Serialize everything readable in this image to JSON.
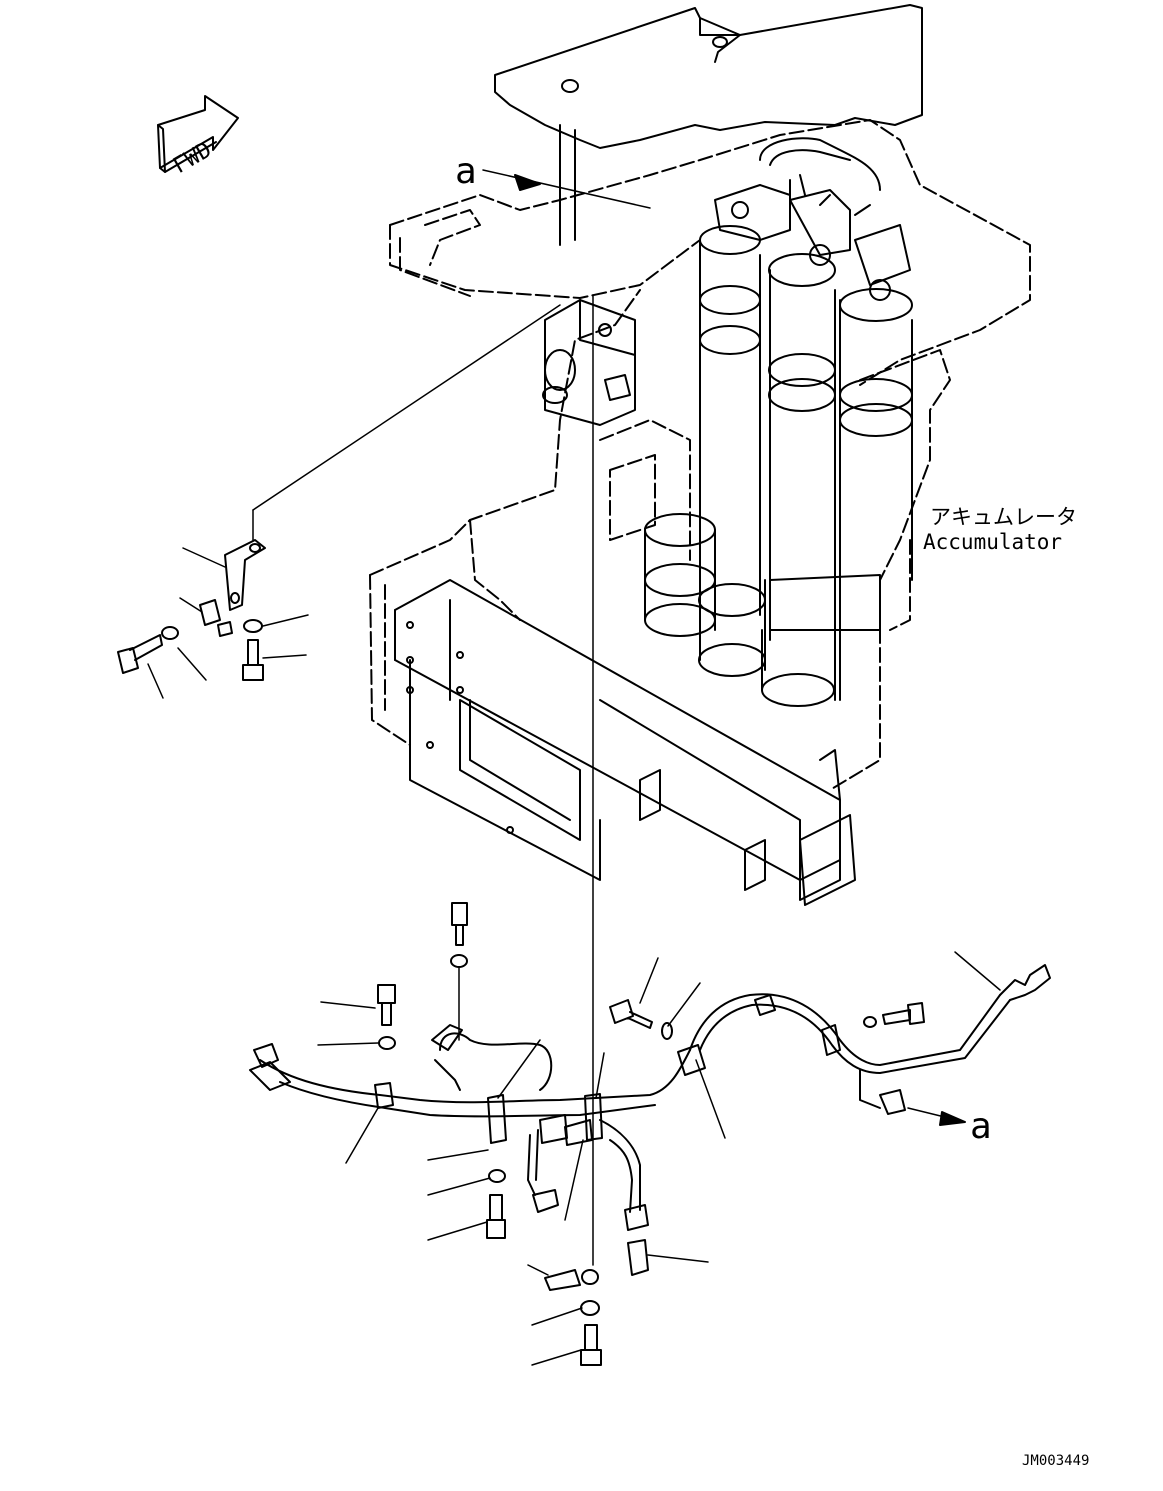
{
  "drawing": {
    "fwd_arrow_text": "FWD",
    "callout_a_top": "a",
    "callout_a_bottom": "a",
    "accumulator_jp": "アキュムレータ",
    "accumulator_en": "Accumulator",
    "drawing_number": "JM003449"
  }
}
